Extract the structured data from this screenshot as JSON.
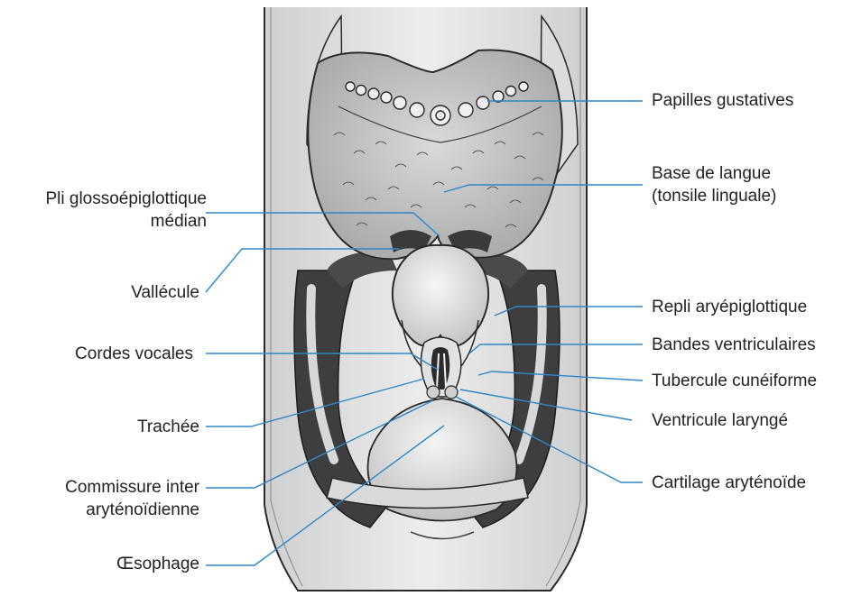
{
  "colors": {
    "leader_line": "#2f87c7",
    "text": "#222222",
    "background": "#ffffff"
  },
  "labels": {
    "pli_glosso_1": "Pli glossoépiglottique",
    "pli_glosso_2": "médian",
    "vallecule": "Vallécule",
    "cordes_vocales": "Cordes vocales",
    "trachee": "Trachée",
    "commissure_1": "Commissure inter",
    "commissure_2": "aryténoïdienne",
    "oesophage": "Œsophage",
    "papilles": "Papilles gustatives",
    "base_langue_1": "Base de langue",
    "base_langue_2": "(tonsile linguale)",
    "repli": "Repli aryépiglottique",
    "bandes": "Bandes ventriculaires",
    "tubercule": "Tubercule cunéiforme",
    "ventricule": "Ventricule laryngé",
    "cartilage": "Cartilage aryténoïde"
  }
}
